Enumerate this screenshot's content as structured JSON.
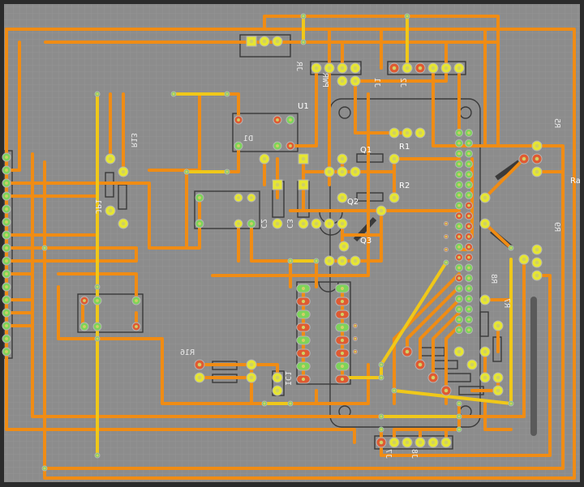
{
  "colors": {
    "board": "#8c8c8c",
    "frame": "#2b2b2b",
    "trace_orange": "#f08c14",
    "trace_yellow": "#f0c819",
    "pad_green": "#7dd45a",
    "pad_yellow": "#e6e632",
    "pad_red": "#e05a32",
    "silk_dark": "#3a3a3a",
    "grid": "#9a9a9a"
  },
  "labels": {
    "u1": "U1",
    "q1": "Q1",
    "q2": "Q2",
    "q3": "Q3",
    "r1": "R1",
    "r2": "R2",
    "r_edge": "Ra"
  },
  "mirrored_labels": {
    "power": "PWR",
    "d1": "D1",
    "j1": "J1",
    "j2": "J2",
    "jr": "JR",
    "r13": "R13",
    "r16": "R16",
    "c2": "C2",
    "c3": "C3",
    "r5": "R5",
    "r9": "R9",
    "r8": "R8",
    "r7": "R7",
    "ic1": "IC1",
    "jp1": "JP1",
    "j7": "J7",
    "j8": "J8"
  }
}
